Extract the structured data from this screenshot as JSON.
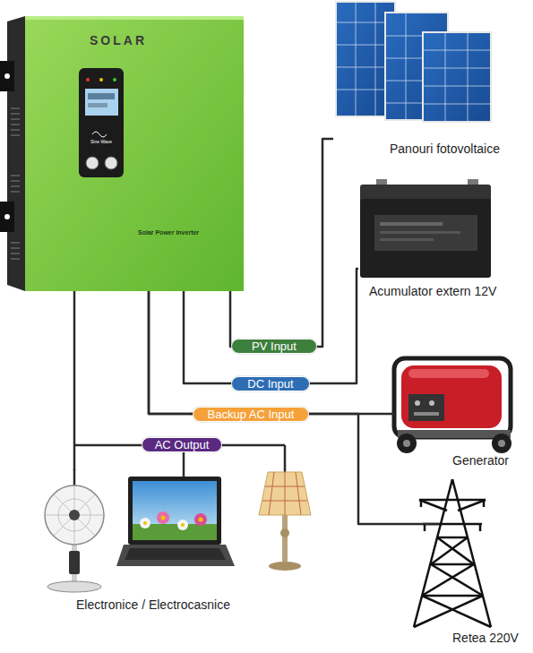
{
  "diagram": {
    "nodes": [
      {
        "text": [
          "SOLAR",
          "Solar Power Inverter"
        ]
      },
      {
        "text": [
          "Panouri fotovoltaice"
        ]
      },
      {
        "text": [
          "Acumulator extern 12V"
        ]
      },
      {
        "text": [
          "Generator"
        ]
      },
      {
        "text": [
          "Retea 220V"
        ]
      },
      {
        "text": [
          "Electronice / Electrocasnice"
        ]
      }
    ],
    "edges": [
      {
        "from": 0,
        "to": 1,
        "arrow": "none",
        "label": "PV Input"
      },
      {
        "from": 0,
        "to": 2,
        "arrow": "none",
        "label": "DC Input"
      },
      {
        "from": 0,
        "to": 3,
        "arrow": "none",
        "label": "Backup AC Input"
      },
      {
        "from": 0,
        "to": 4,
        "arrow": "none"
      },
      {
        "from": 0,
        "to": 5,
        "arrow": "none",
        "label": "AC Output"
      }
    ],
    "labels": [
      "Sine Wave"
    ]
  }
}
